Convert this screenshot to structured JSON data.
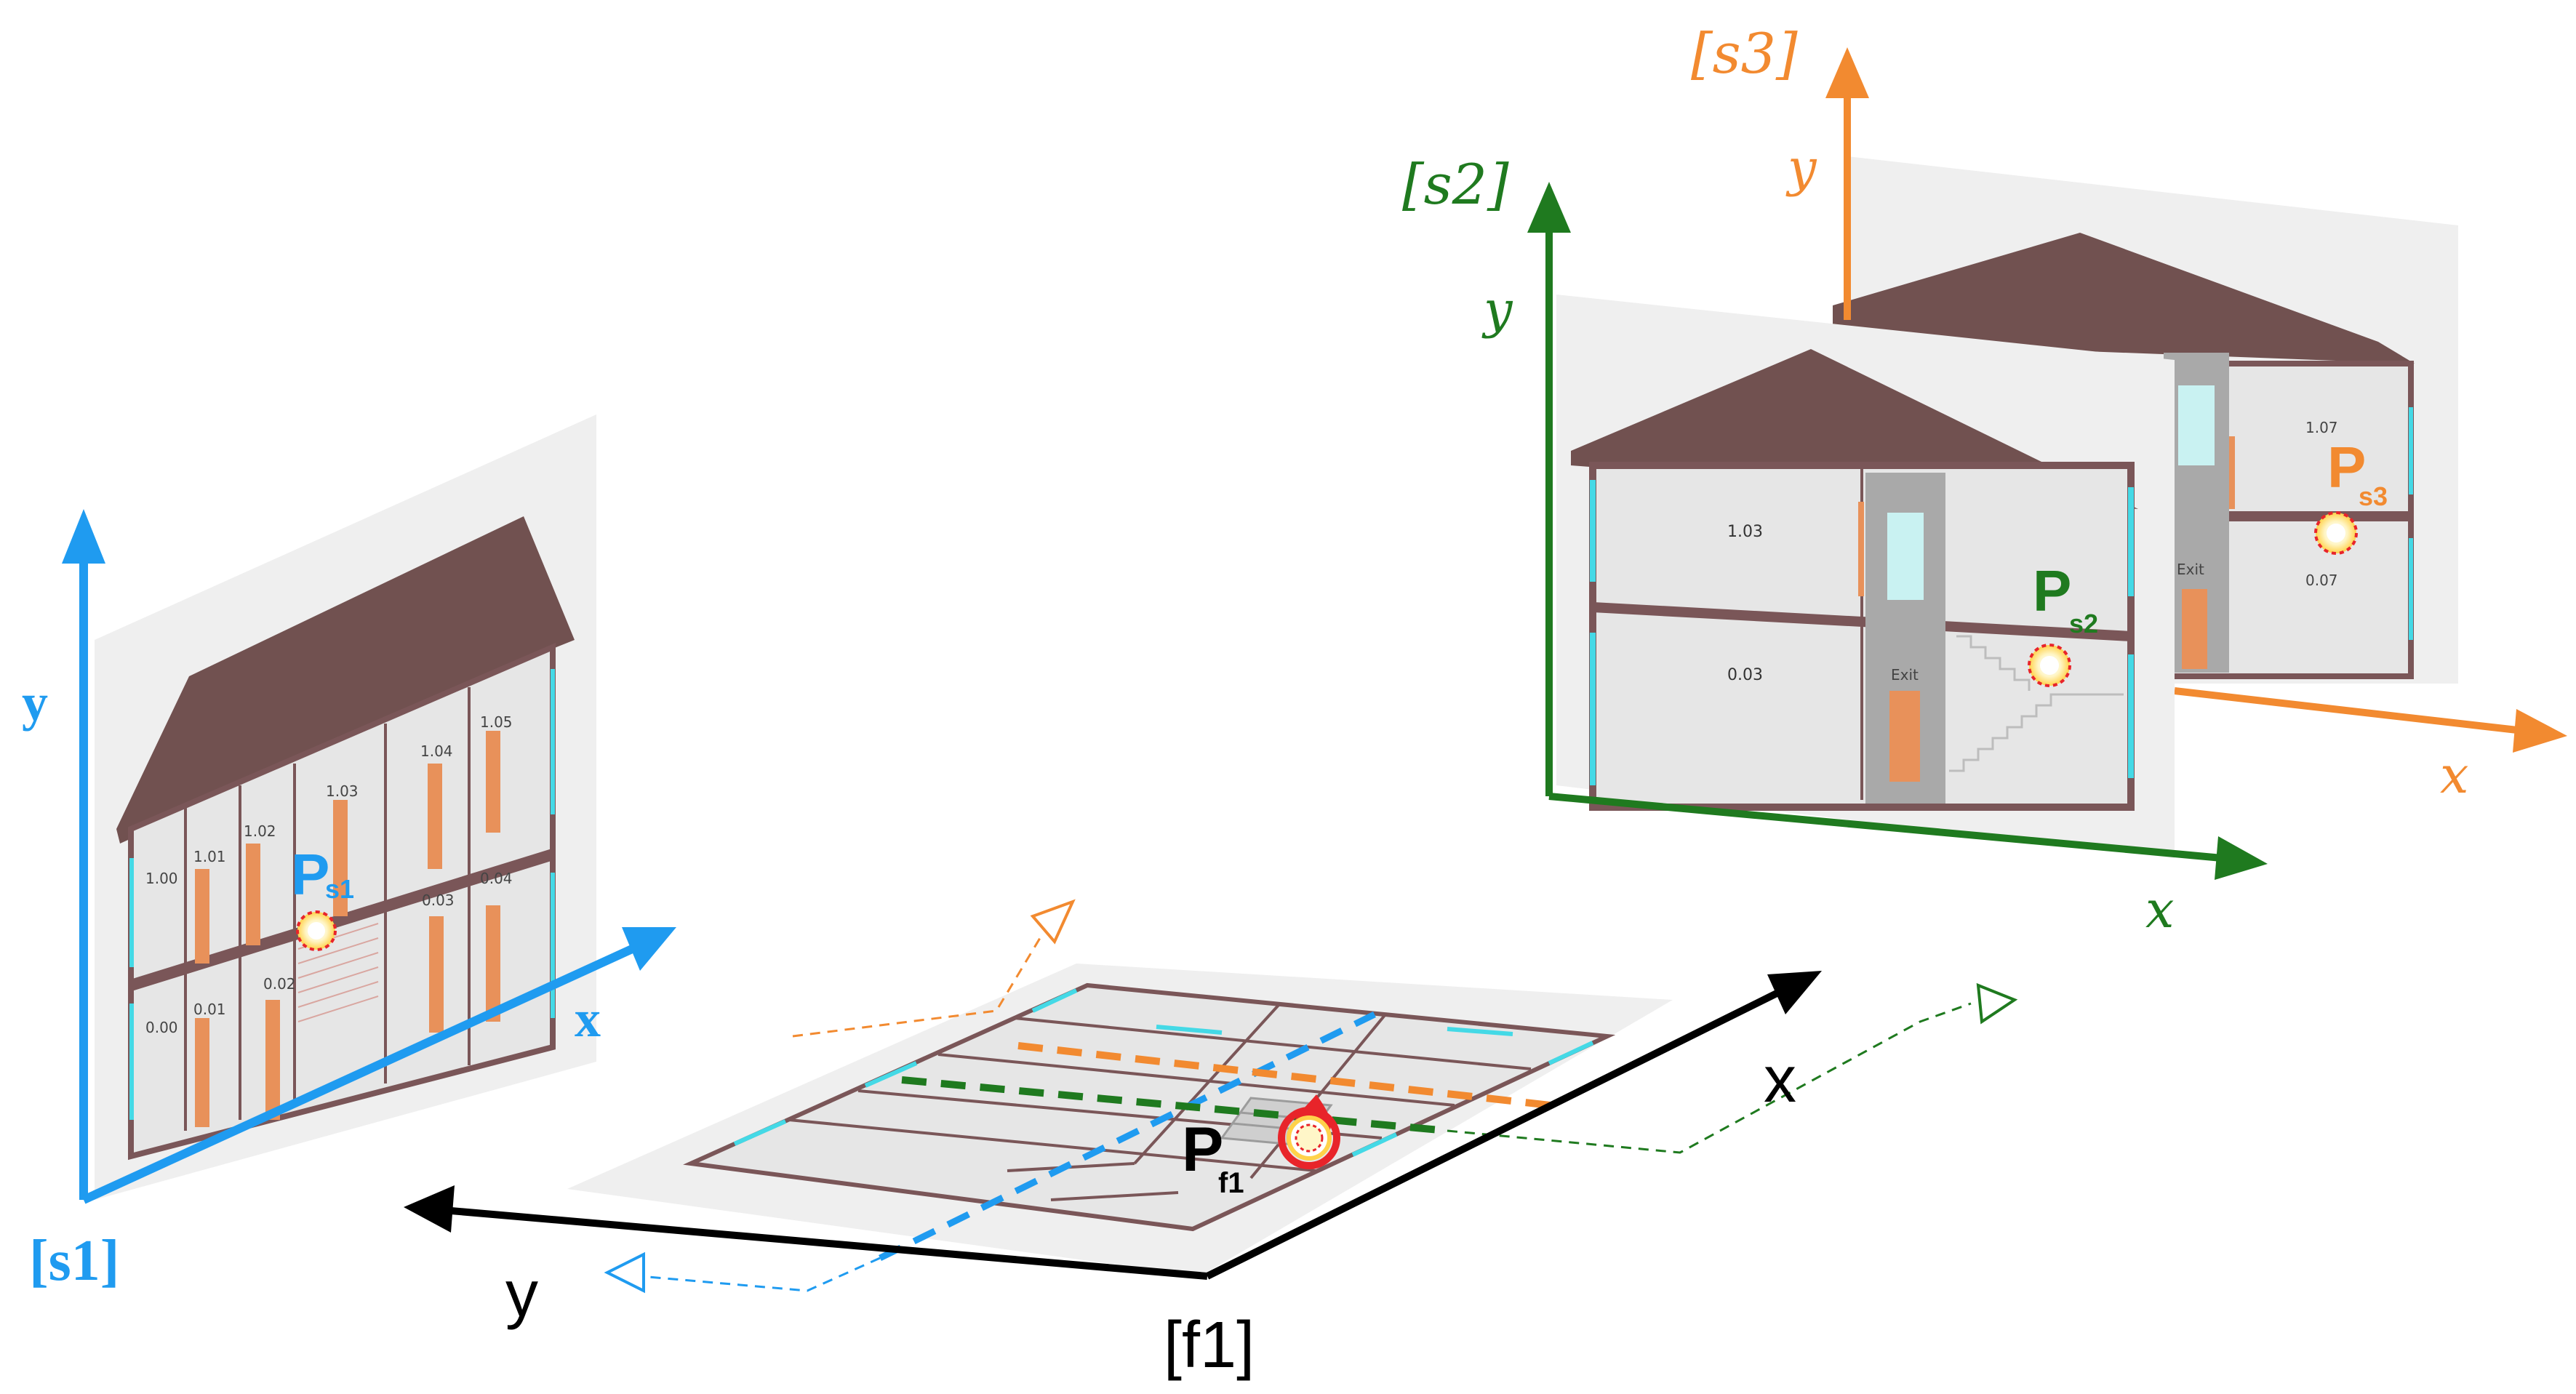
{
  "colors": {
    "s1": "#1f9bf0",
    "s2": "#1f7a1f",
    "s3": "#f28a30",
    "f1": "#000000",
    "roof": "#715150",
    "wall": "#7a5658",
    "door": "#e8915a",
    "window": "#44d9e6",
    "panel": "#efefef",
    "fire": "#e8242a"
  },
  "planes": {
    "s1": {
      "label": "[s1]",
      "x_label": "x",
      "y_label": "y"
    },
    "s2": {
      "label": "[s2]",
      "x_label": "x",
      "y_label": "y"
    },
    "s3": {
      "label": "[s3]",
      "x_label": "x",
      "y_label": "y"
    },
    "f1": {
      "label": "[f1]",
      "x_label": "x",
      "y_label": "y"
    }
  },
  "points": {
    "ps1": {
      "main": "P",
      "sub": "s1"
    },
    "ps2": {
      "main": "P",
      "sub": "s2"
    },
    "ps3": {
      "main": "P",
      "sub": "s3"
    },
    "pf1": {
      "main": "P",
      "sub": "f1"
    }
  },
  "s1_rooms": [
    "1.00",
    "1.01",
    "1.02",
    "1.03",
    "1.04",
    "1.05",
    "0.00",
    "0.01",
    "0.02",
    "0.03",
    "0.04"
  ],
  "s2_rooms": {
    "upper": "1.03",
    "lower": "0.03",
    "exit": "Exit"
  },
  "s3_rooms": {
    "upper": "1.07",
    "lower": "0.07",
    "exit": "Exit"
  }
}
